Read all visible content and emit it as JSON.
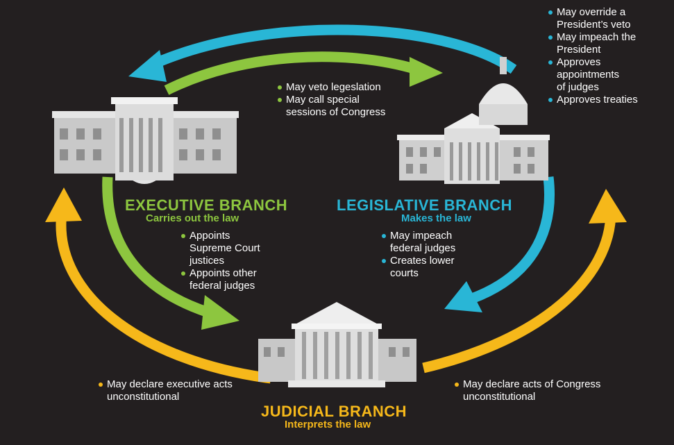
{
  "colors": {
    "executive": "#8dc63f",
    "legislative": "#29b6d6",
    "judicial": "#f6b81a",
    "background": "#231f20"
  },
  "executive": {
    "title": "EXECUTIVE BRANCH",
    "subtitle": "Carries out the law",
    "checks_on_legislative": [
      "May veto legeslation",
      "May call special sessions of Congress"
    ],
    "checks_on_judicial": [
      "Appoints Supreme Court justices",
      "Appoints other federal judges"
    ]
  },
  "legislative": {
    "title": "LEGISLATIVE BRANCH",
    "subtitle": "Makes the law",
    "checks_on_executive": [
      "May override a President’s veto",
      "May impeach the President",
      "Approves appointments of judges",
      "Approves treaties"
    ],
    "checks_on_judicial": [
      "May impeach federal judges",
      "Creates lower courts"
    ]
  },
  "judicial": {
    "title": "JUDICIAL BRANCH",
    "subtitle": "Interprets the law",
    "checks_on_executive": [
      "May declare executive acts unconstitutional"
    ],
    "checks_on_legislative": [
      "May declare acts of Congress unconstitutional"
    ]
  },
  "icons": [
    "white-house-icon",
    "capitol-icon",
    "supreme-court-icon"
  ]
}
